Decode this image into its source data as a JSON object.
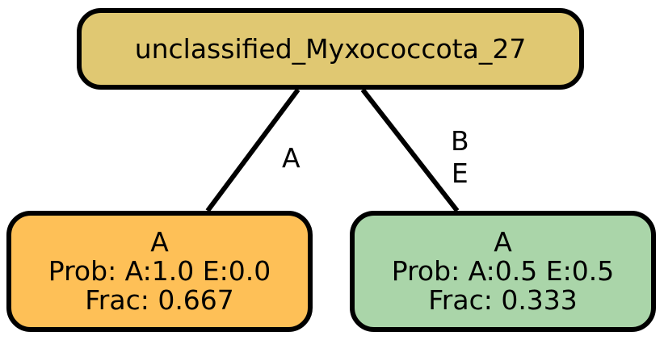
{
  "root": {
    "label": "unclassified_Myxococcota_27",
    "color": "#e0c872"
  },
  "children": [
    {
      "edge_labels": [
        "A"
      ],
      "label": "A",
      "prob": "Prob: A:1.0 E:0.0",
      "frac": "Frac: 0.667",
      "color": "#fec057"
    },
    {
      "edge_labels": [
        "B",
        "E"
      ],
      "label": "A",
      "prob": "Prob: A:0.5 E:0.5",
      "frac": "Frac: 0.333",
      "color": "#aad5a9"
    }
  ]
}
